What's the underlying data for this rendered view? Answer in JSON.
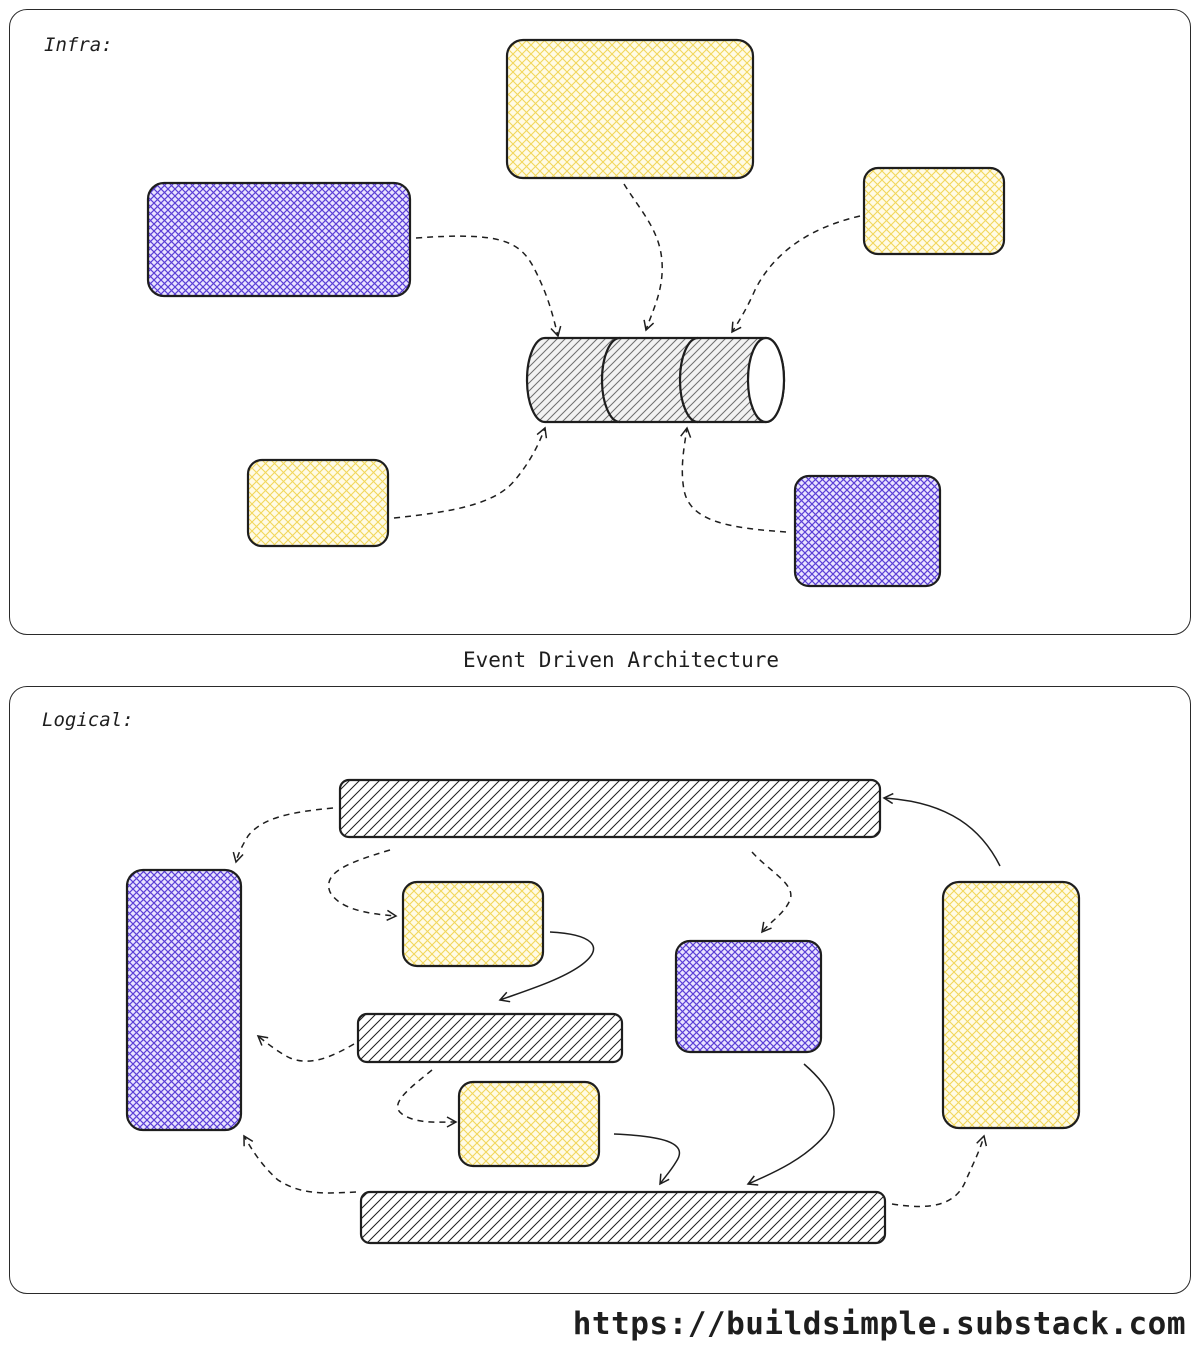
{
  "infra_panel": {
    "label": "Infra:"
  },
  "caption": "Event Driven Architecture",
  "logical_panel": {
    "label": "Logical:"
  },
  "footer": {
    "url": "https://buildsimple.substack.com"
  },
  "colors": {
    "yellow_fill": "#f7e27a",
    "purple_fill": "#6a4be0",
    "gray_fill": "#9a9a9a",
    "stroke": "#1e1e1e"
  }
}
